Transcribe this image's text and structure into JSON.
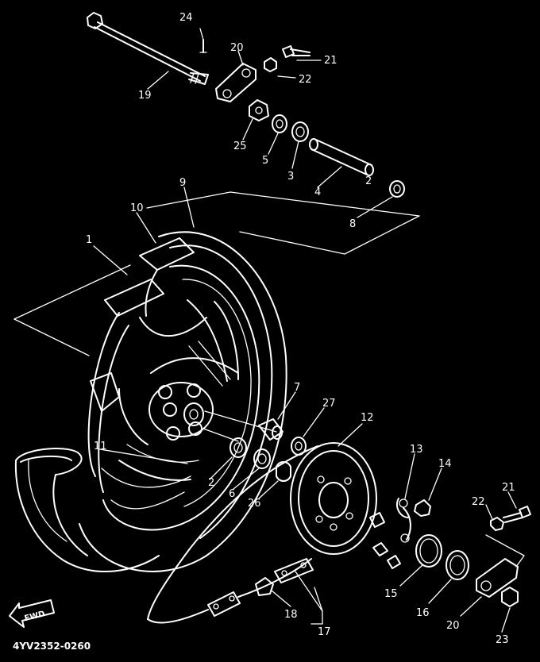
{
  "diagram": {
    "part_code": "4YV2352-0260",
    "direction_marker": "FWD",
    "callouts": [
      "1",
      "2",
      "2",
      "3",
      "4",
      "5",
      "6",
      "7",
      "8",
      "9",
      "10",
      "11",
      "12",
      "13",
      "14",
      "15",
      "16",
      "17",
      "18",
      "19",
      "20",
      "20",
      "21",
      "21",
      "22",
      "22",
      "23",
      "24",
      "25",
      "26",
      "27"
    ]
  }
}
